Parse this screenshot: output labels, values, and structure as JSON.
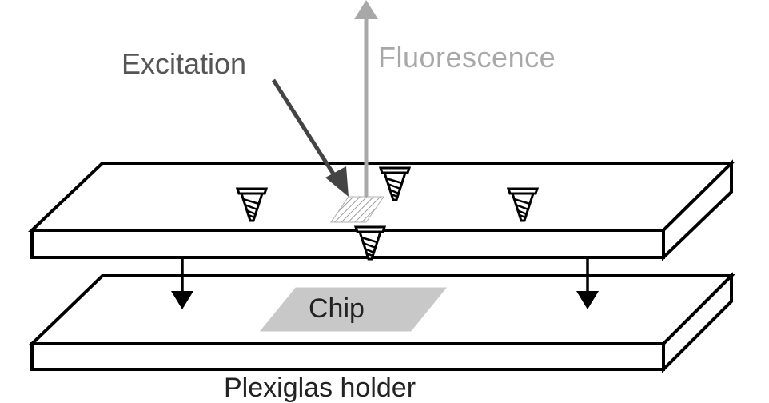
{
  "labels": {
    "excitation": "Excitation",
    "fluorescence": "Fluorescence",
    "chip": "Chip",
    "holder": "Plexiglas holder"
  },
  "colors": {
    "outline": "#000000",
    "excitation_arrow": "#444444",
    "excitation_text": "#555555",
    "fluorescence_arrow": "#a8a8a8",
    "fluorescence_text": "#a8a8a8",
    "chip_fill": "#c8c8c8",
    "background": "#ffffff"
  },
  "icons": {
    "screw": "screw-icon",
    "excitation_spot": "hatched-spot-icon",
    "down_arrow": "down-arrow-icon"
  }
}
